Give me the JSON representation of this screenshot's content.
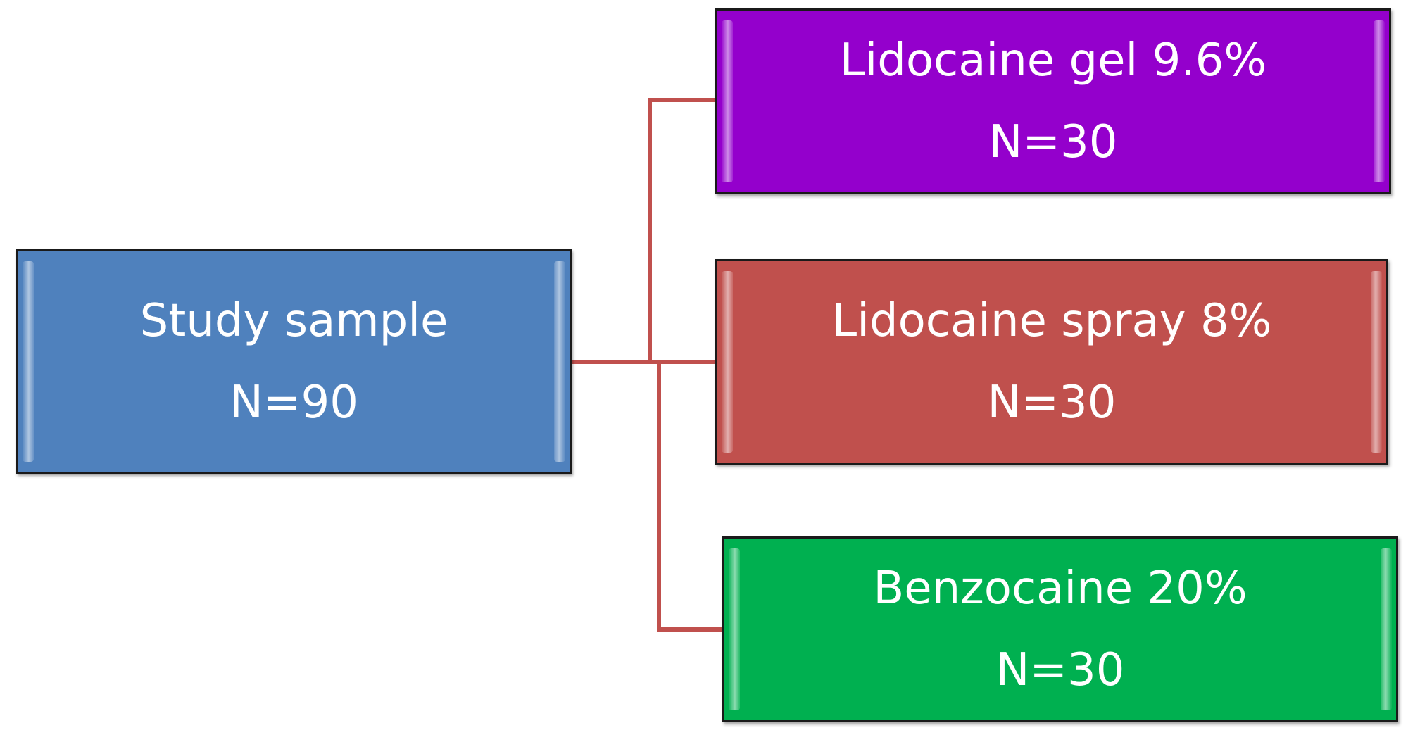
{
  "colors": {
    "connector": "#c0504d",
    "box_border": "#1a1a1a",
    "text": "#ffffff"
  },
  "source": {
    "title": "Study sample",
    "count": "N=90",
    "color": "#4f81bd"
  },
  "arms": [
    {
      "title": "Lidocaine gel 9.6%",
      "count": "N=30",
      "color": "#9400cc"
    },
    {
      "title": "Lidocaine spray 8%",
      "count": "N=30",
      "color": "#c0504d"
    },
    {
      "title": "Benzocaine 20%",
      "count": "N=30",
      "color": "#00b050"
    }
  ]
}
